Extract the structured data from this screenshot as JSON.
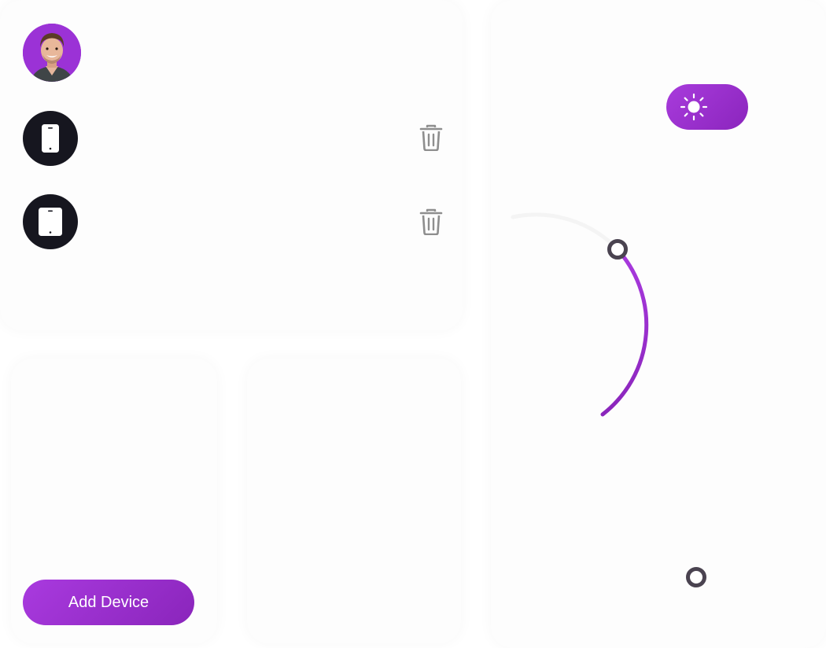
{
  "user": {
    "name": "",
    "avatar": "user-avatar"
  },
  "devices": [
    {
      "name": "",
      "status": "",
      "icon": "smartphone-icon",
      "delete_icon": "trash-icon"
    },
    {
      "name": "",
      "status": "",
      "icon": "tablet-icon",
      "delete_icon": "trash-icon"
    }
  ],
  "stats": {
    "card1_value": "",
    "card2_label": "",
    "card2_value": ""
  },
  "control": {
    "title": "",
    "value_text": "",
    "theme_toggle_icon": "sun-icon",
    "level_fraction": 0.42,
    "secondary_label": ""
  },
  "actions": {
    "add_device_label": "Add Device"
  },
  "colors": {
    "accent": "#9b32d6",
    "accent_dark": "#8a25bb",
    "device_bg": "#16161f",
    "knob": "#4a4350",
    "icon_gray": "#8e8e8e"
  }
}
